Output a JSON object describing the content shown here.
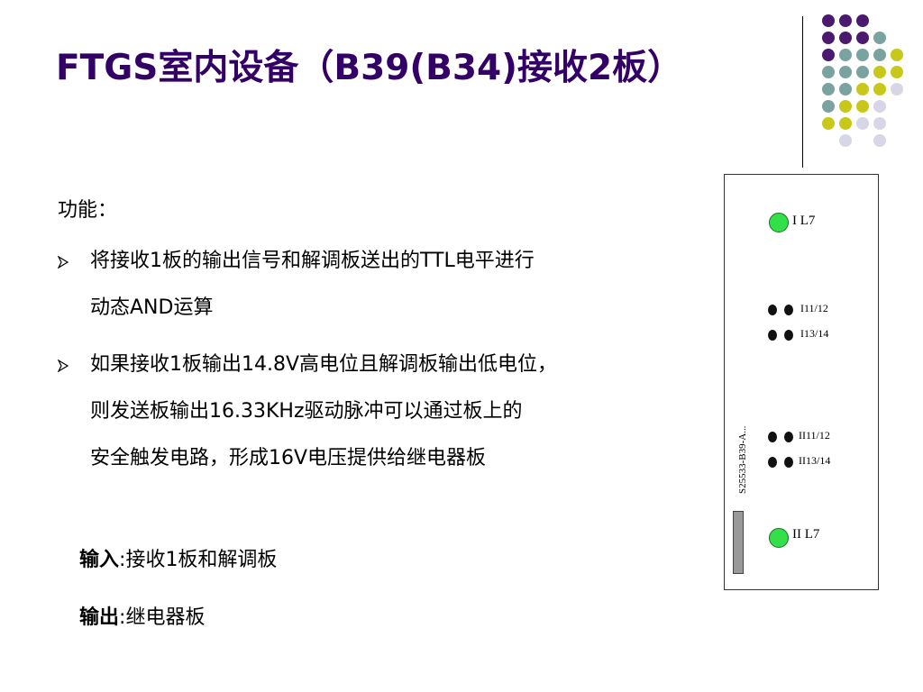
{
  "slide": {
    "title": "FTGS室内设备（B39(B34)接收2板）",
    "function_label": "功能：",
    "bullets": [
      {
        "line1": "将接收1板的输出信号和解调板送出的TTL电平进行",
        "line2": "动态AND运算"
      },
      {
        "line1": "如果接收1板输出14.8V高电位且解调板输出低电位，",
        "line2": "则发送板输出16.33KHz驱动脉冲可以通过板上的",
        "line3": "安全触发电路，形成16V电压提供给继电器板"
      }
    ],
    "input": {
      "label": "输入",
      "sep": ":",
      "value": "接收1板和解调板"
    },
    "output": {
      "label": "输出",
      "sep": ":",
      "value": "继电器板"
    }
  },
  "board": {
    "led_top_label": "I L7",
    "row1_label": "I11/12",
    "row2_label": "I13/14",
    "row3_label": "II11/12",
    "row4_label": "II13/14",
    "led_bottom_label": "II L7",
    "part_number": "S25533-B39-A..."
  },
  "colors": {
    "title": "#330066",
    "dot_purple": "#4b1a6e",
    "dot_teal": "#7aa3a0",
    "dot_yellow": "#c8c81a",
    "dot_lavender": "#d6d6e6",
    "led_green": "#33e04a"
  }
}
